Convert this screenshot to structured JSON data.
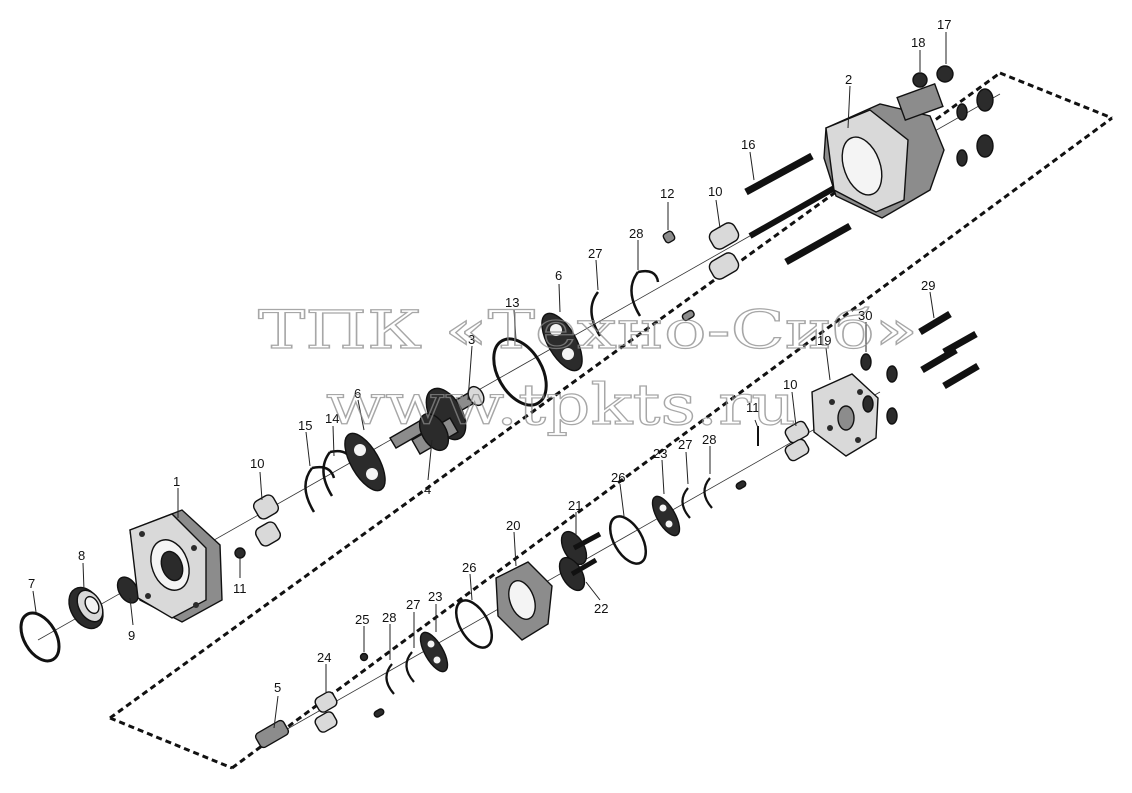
{
  "watermark": {
    "line1": "ТПК «Техно-Сиб»",
    "line2": "www.tpkts.ru"
  },
  "callouts": [
    {
      "id": "c1",
      "text": "1"
    },
    {
      "id": "c2",
      "text": "2"
    },
    {
      "id": "c3",
      "text": "3"
    },
    {
      "id": "c4",
      "text": "4"
    },
    {
      "id": "c5",
      "text": "5"
    },
    {
      "id": "c6a",
      "text": "6"
    },
    {
      "id": "c6b",
      "text": "6"
    },
    {
      "id": "c7",
      "text": "7"
    },
    {
      "id": "c8",
      "text": "8"
    },
    {
      "id": "c9",
      "text": "9"
    },
    {
      "id": "c10a",
      "text": "10"
    },
    {
      "id": "c10b",
      "text": "10"
    },
    {
      "id": "c10c",
      "text": "10"
    },
    {
      "id": "c11a",
      "text": "11"
    },
    {
      "id": "c11b",
      "text": "11"
    },
    {
      "id": "c12",
      "text": "12"
    },
    {
      "id": "c13",
      "text": "13"
    },
    {
      "id": "c14",
      "text": "14"
    },
    {
      "id": "c15",
      "text": "15"
    },
    {
      "id": "c16",
      "text": "16"
    },
    {
      "id": "c17",
      "text": "17"
    },
    {
      "id": "c18",
      "text": "18"
    },
    {
      "id": "c19",
      "text": "19"
    },
    {
      "id": "c20",
      "text": "20"
    },
    {
      "id": "c21",
      "text": "21"
    },
    {
      "id": "c22",
      "text": "22"
    },
    {
      "id": "c23a",
      "text": "23"
    },
    {
      "id": "c23b",
      "text": "23"
    },
    {
      "id": "c24",
      "text": "24"
    },
    {
      "id": "c25",
      "text": "25"
    },
    {
      "id": "c26a",
      "text": "26"
    },
    {
      "id": "c26b",
      "text": "26"
    },
    {
      "id": "c27a",
      "text": "27"
    },
    {
      "id": "c27b",
      "text": "27"
    },
    {
      "id": "c27c",
      "text": "27"
    },
    {
      "id": "c28a",
      "text": "28"
    },
    {
      "id": "c28b",
      "text": "28"
    },
    {
      "id": "c28c",
      "text": "28"
    },
    {
      "id": "c29",
      "text": "29"
    },
    {
      "id": "c30",
      "text": "30"
    }
  ],
  "colors": {
    "ink": "#111111",
    "watermark": "#8a8a8a",
    "background": "#ffffff"
  }
}
